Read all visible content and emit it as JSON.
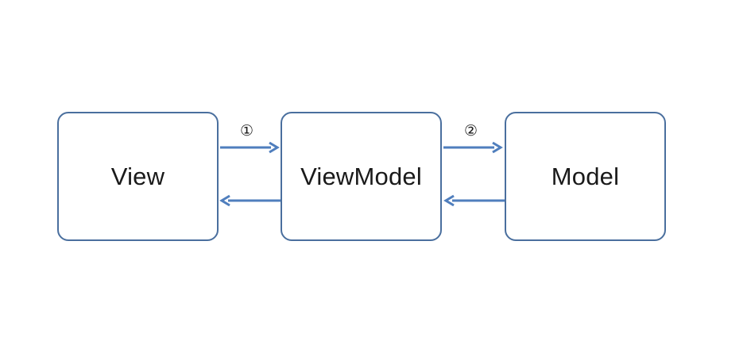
{
  "diagram": {
    "nodes": [
      {
        "id": "view",
        "label": "View"
      },
      {
        "id": "viewmodel",
        "label": "ViewModel"
      },
      {
        "id": "model",
        "label": "Model"
      }
    ],
    "edges": [
      {
        "from": "view",
        "to": "viewmodel",
        "label": "①"
      },
      {
        "from": "viewmodel",
        "to": "view",
        "label": ""
      },
      {
        "from": "viewmodel",
        "to": "model",
        "label": "②"
      },
      {
        "from": "model",
        "to": "viewmodel",
        "label": ""
      }
    ],
    "colors": {
      "box_border": "#4a6f9e",
      "arrow": "#4f7ebd",
      "text": "#1a1a1a"
    }
  }
}
